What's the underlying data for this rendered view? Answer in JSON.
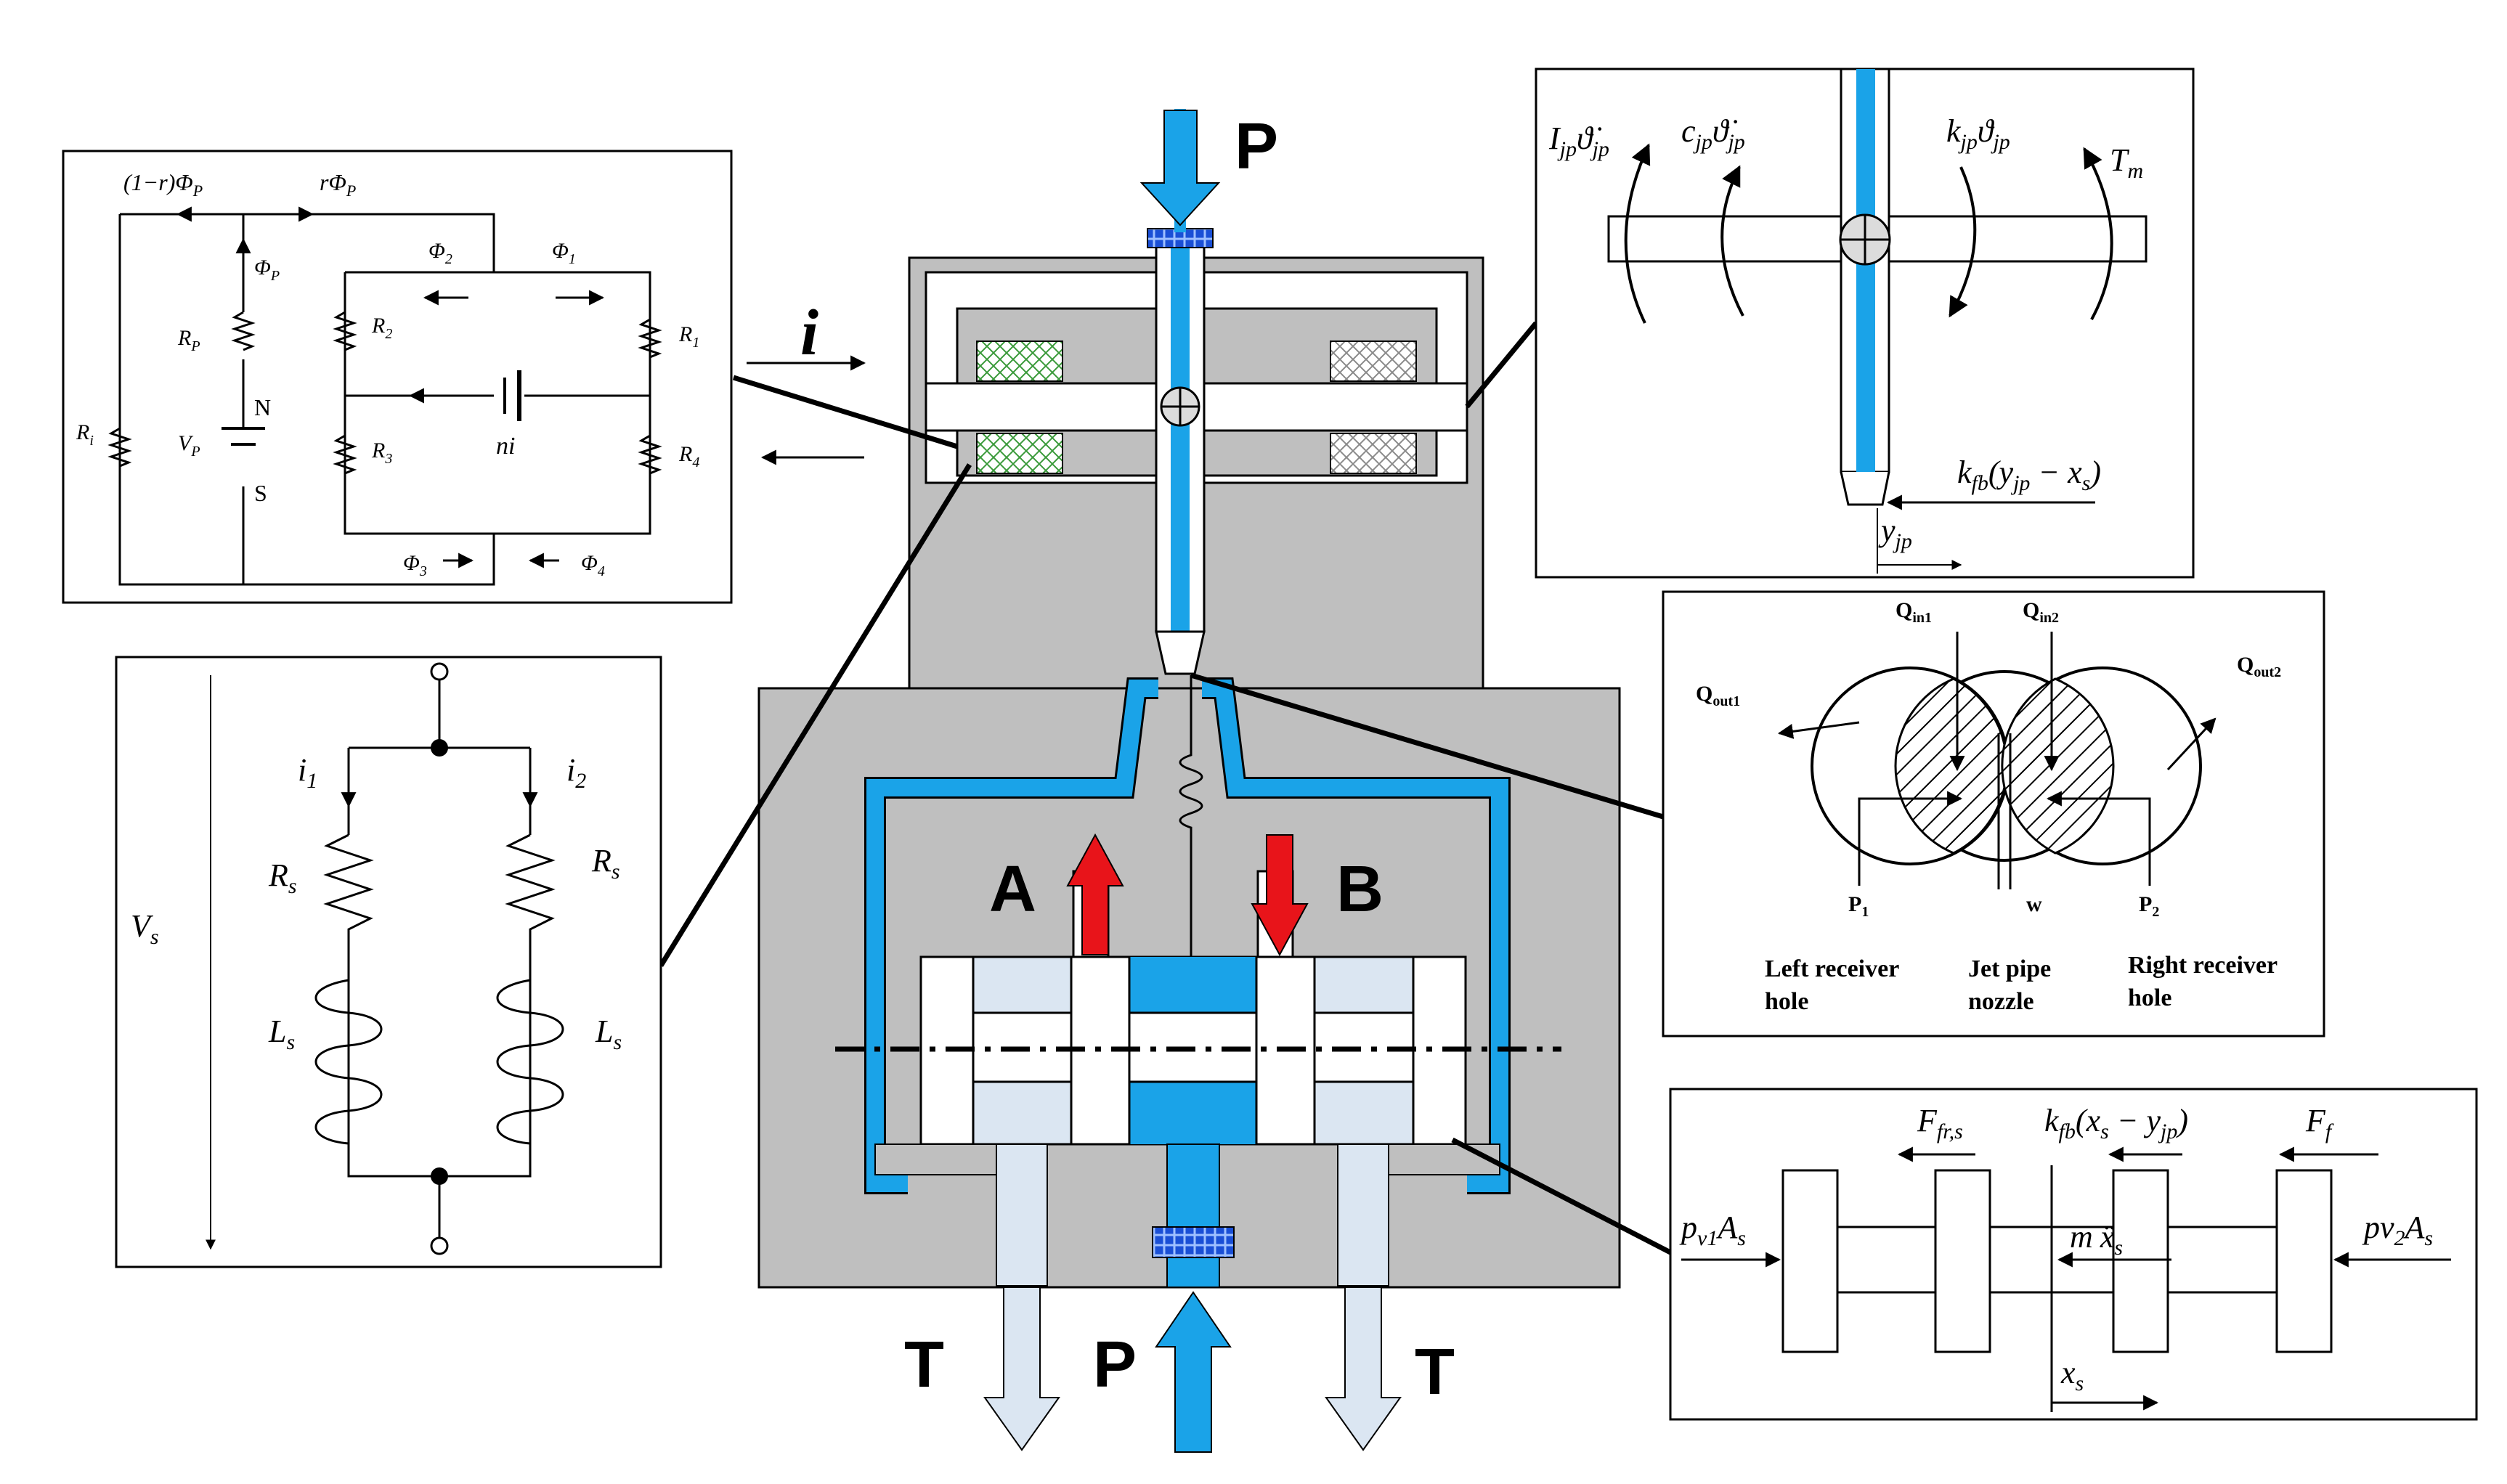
{
  "colors": {
    "valve_body": "#bfbfbf",
    "hydraulic_line": "#1aa3e8",
    "return_fluid": "#dbe6f2",
    "flow_arrow_a": "#e8141a",
    "flow_arrow_b": "#e8141a",
    "coil_hatch": "#3a9a3a",
    "frame": "#000000"
  },
  "valve": {
    "port_p_top": "P",
    "port_p_bottom": "P",
    "port_t_left": "T",
    "port_t_right": "T",
    "port_a": "A",
    "port_b": "B",
    "current_input": "i"
  },
  "magnetic_circuit": {
    "flux_left": "(1−r)Φ",
    "flux_left_sub": "P",
    "flux_right": "rΦ",
    "flux_right_sub": "P",
    "phi_p": "Φ",
    "phi_p_sub": "P",
    "phi_2": "Φ",
    "phi_2_sub": "2",
    "phi_1": "Φ",
    "phi_1_sub": "1",
    "phi_3": "Φ",
    "phi_3_sub": "3",
    "phi_4": "Φ",
    "phi_4_sub": "4",
    "r_p": "R",
    "r_p_sub": "P",
    "r_i": "R",
    "r_i_sub": "i",
    "v_p": "V",
    "v_p_sub": "P",
    "r1": "R",
    "r1_sub": "1",
    "r2": "R",
    "r2_sub": "2",
    "r3": "R",
    "r3_sub": "3",
    "r4": "R",
    "r4_sub": "4",
    "ni": "ni",
    "north": "N",
    "south": "S"
  },
  "coil_circuit": {
    "voltage": "V",
    "voltage_sub": "s",
    "i1": "i",
    "i1_sub": "1",
    "i2": "i",
    "i2_sub": "2",
    "rs_left": "R",
    "rs_left_sub": "s",
    "rs_right": "R",
    "rs_right_sub": "s",
    "ls_left": "L",
    "ls_left_sub": "s",
    "ls_right": "L",
    "ls_right_sub": "s"
  },
  "jet_pipe_dynamics": {
    "inertia": "I",
    "inertia_sub": "jp",
    "inertia_theta": "ϑ̇",
    "inertia_theta_sub": "jp",
    "damping": "c",
    "damping_sub": "jp",
    "damping_theta": "ϑ̇",
    "damping_theta_sub": "jp",
    "stiffness": "k",
    "stiffness_sub": "jp",
    "stiffness_theta": "ϑ",
    "stiffness_theta_sub": "jp",
    "torque": "T",
    "torque_sub": "m",
    "feedback": "k",
    "feedback_sub": "fb",
    "feedback_expr_a": "(y",
    "feedback_expr_a_sub": "jp",
    "feedback_expr_b": " − x",
    "feedback_expr_b_sub": "s",
    "feedback_expr_c": ")",
    "displacement": "y",
    "displacement_sub": "jp"
  },
  "receiver": {
    "q_in1": "Q",
    "q_in1_sub": "in1",
    "q_in2": "Q",
    "q_in2_sub": "in2",
    "q_out1": "Q",
    "q_out1_sub": "out1",
    "q_out2": "Q",
    "q_out2_sub": "out2",
    "p1": "P",
    "p1_sub": "1",
    "p2": "P",
    "p2_sub": "2",
    "w": "w",
    "left_hole_line1": "Left receiver",
    "left_hole_line2": "hole",
    "nozzle_line1": "Jet pipe",
    "nozzle_line2": "nozzle",
    "right_hole_line1": "Right receiver",
    "right_hole_line2": "hole"
  },
  "spool_dynamics": {
    "friction": "F",
    "friction_sub": "fr,s",
    "feedback": "k",
    "feedback_sub": "fb",
    "feedback_expr_a": "(x",
    "feedback_expr_a_sub": "s",
    "feedback_expr_b": " − y",
    "feedback_expr_b_sub": "jp",
    "feedback_expr_c": ")",
    "flow_force": "F",
    "flow_force_sub": "f",
    "left_force_a": "p",
    "left_force_a_sub": "v1",
    "left_force_b": "A",
    "left_force_b_sub": "s",
    "right_force_a": "pv",
    "right_force_a_sub": "2",
    "right_force_b": "A",
    "right_force_b_sub": "s",
    "mass": "m",
    "accel": "ẍ",
    "accel_sub": "s",
    "displacement": "x",
    "displacement_sub": "s"
  }
}
